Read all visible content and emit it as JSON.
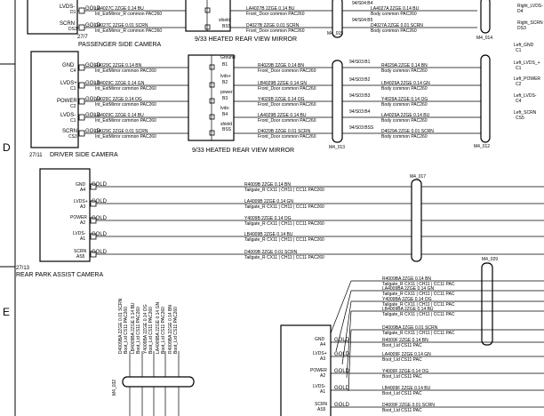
{
  "zones": {
    "d": "D",
    "e": "E"
  },
  "splices": {
    "m4_014": "M4_014",
    "m4_015": "M4_015",
    "m4_013": "M4_013",
    "m4_012": "M4_012",
    "m4_017": "M4_017",
    "m4_029": "M4_029",
    "m4_032": "M4_032"
  },
  "passenger": {
    "pins": [
      {
        "pin": "LVDS-",
        "sub": "D1"
      },
      {
        "pin": "SCRN",
        "sub": "DS3"
      }
    ],
    "id": "27/7",
    "caption": "PASSENGER SIDE CAMERA",
    "wires": [
      {
        "gold": "GOLD",
        "a": "LA4027C 2ZGE 0.14 BU",
        "b": "Int_ExtMirror_R common PAC260",
        "c": "LA4027B 2ZGE 0.14 BU",
        "d": "Front_Door common PAC260",
        "e": "LA4027A 2ZGE 0.14 BU",
        "f": "Body common PAC260"
      },
      {
        "gold": "GOLD",
        "a": "D4027C 2ZGE 0.01 SCRN",
        "b": "Int_ExtMirror_R common PAC260",
        "c": "D4027B 2ZGE 0.01 SCRN",
        "d": "Front_Door common PAC260",
        "e": "D4027A 2ZGE 0.01 SCRN",
        "f": "Body common PAC260"
      }
    ],
    "shield_top": "shield",
    "bss_top": "BSS",
    "b4_top": "94/S04:B4",
    "b5_top": "94/S04:B5",
    "mirror": "9/33 HEATED REAR VIEW MIRROR",
    "right": [
      {
        "a": "Right_LVDS-",
        "b": "D4"
      },
      {
        "a": "Right_SCRN",
        "b": "DS3"
      }
    ]
  },
  "driver": {
    "pins": [
      {
        "pin": "GND",
        "sub": "C4"
      },
      {
        "pin": "LVDS+",
        "sub": "C1"
      },
      {
        "pin": "POWER",
        "sub": "C2"
      },
      {
        "pin": "LVDS-",
        "sub": "C1"
      },
      {
        "pin": "SCRN",
        "sub": "CS3"
      }
    ],
    "id": "27/11",
    "caption": "DRIVER SIDE CAMERA",
    "wires": [
      {
        "gold": "GOLD",
        "a": "R4029C 2ZGE 0.14 BN",
        "b": "Int_ExtMirror common PAC260",
        "c": "R4029B 2ZGE 0.14 BN",
        "d": "Front_Door common PAC260",
        "e": "R4029A 2ZGE 0.14 BN",
        "f": "Body common PAC260"
      },
      {
        "gold": "GOLD",
        "a": "LB4029C 2ZGE 0.14 GN",
        "b": "Int_ExtMirror common PAC260",
        "c": "LB4029B 2ZGE 0.14 GN",
        "d": "Front_Door common PAC260",
        "e": "LB4029A 2ZGE 0.14 GN",
        "f": "Body common PAC260"
      },
      {
        "gold": "GOLD",
        "a": "Y4029C 2ZGE 0.14 OG",
        "b": "Int_ExtMirror common PAC260",
        "c": "Y4029B 2ZGE 0.14 OG",
        "d": "Front_Door common PAC260",
        "e": "Y4029A 2ZGE 0.14 OG",
        "f": "Body common PAC260"
      },
      {
        "gold": "GOLD",
        "a": "LA4029C 2ZGE 0.14 BU",
        "b": "Int_ExtMirror common PAC260",
        "c": "LA4029B 2ZGE 0.14 BU",
        "d": "Front_Door common PAC260",
        "e": "LA4029A 2ZGE 0.14 BU",
        "f": "Body common PAC260"
      },
      {
        "gold": "GOLD",
        "a": "D4029C 2ZGE 0.01 SCRN",
        "b": "Int_ExtMirror common PAC260",
        "c": "D4029B 2ZGE 0.01 SCRN",
        "d": "Front_Door common PAC260",
        "e": "D4029A 2ZGE 0.01 SCRN",
        "f": "Body common PAC260"
      }
    ],
    "ground": "Ground",
    "power": "power",
    "lvds_p": "lvds+",
    "lvds_m": "lvds-",
    "shield": "shield",
    "b1": "B1",
    "b2": "B2",
    "b3": "B3",
    "b4": "B4",
    "bss": "BSS",
    "s1": "94/S03:B1",
    "s2": "94/S03:B2",
    "s3": "94/S03:B3",
    "s4": "94/S03:B4",
    "s5": "94/S03:BSS",
    "mirror": "9/33 HEATED REAR VIEW MIRROR",
    "right": [
      {
        "a": "Left_GND",
        "b": "C1"
      },
      {
        "a": "Left_LVDS_+",
        "b": "C1"
      },
      {
        "a": "Left_POWER",
        "b": "C2"
      },
      {
        "a": "Left_LVDS-",
        "b": "C4"
      },
      {
        "a": "Left_SCRN",
        "b": "CS5"
      }
    ]
  },
  "rear": {
    "pins": [
      {
        "pin": "GND",
        "sub": "A4"
      },
      {
        "pin": "LVDS+",
        "sub": "A3"
      },
      {
        "pin": "POWER",
        "sub": "A2"
      },
      {
        "pin": "LVDS-",
        "sub": "A1"
      },
      {
        "pin": "SCRN",
        "sub": "AS5"
      }
    ],
    "id": "27/13",
    "caption": "REAR PARK ASSIST CAMERA",
    "wires": [
      {
        "gold": "GOLD",
        "a": "R4009B 2ZGE 0.14 BN",
        "b": "Tailgate_R CX11 | CH11 | CC11 PAC260"
      },
      {
        "gold": "GOLD",
        "a": "LA4009B 2ZGE 0.14 GN",
        "b": "Tailgate_R CX11 | CH11 | CC11 PAC260"
      },
      {
        "gold": "GOLD",
        "a": "Y4009B 2ZGE 0.14 OG",
        "b": "Tailgate_R CX11 | CH11 | CC11 PAC260"
      },
      {
        "gold": "GOLD",
        "a": "LB4009B 2ZGE 0.14 BU",
        "b": "Tailgate_R CX11 | CH11 | CC11 PAC260"
      },
      {
        "gold": "GOLD",
        "a": "D4009B 2ZGE 0.01 SCRN",
        "b": "Tailgate_R CX11 | CH11 | CC11 PAC260"
      }
    ]
  },
  "harness": [
    {
      "a": "R4009BA 2ZGE 0.14 BN",
      "b": "Tailgate_R CX11 | CH11 | CC11 PAC"
    },
    {
      "a": "LA4009BA 2ZGE 0.14 GN",
      "b": "Tailgate_R CX11 | CH11 | CC11 PAC"
    },
    {
      "a": "Y4009BA 2ZGE 0.14 OG",
      "b": "Tailgate_R CX11 | CH11 | CC11 PAC"
    },
    {
      "a": "LB4009BA 2ZGE 0.14 BU",
      "b": "Tailgate_R CX11 | CH11 | CC11 PAC"
    },
    {
      "a": "D4009BA 2ZGE 0.01 SCRN",
      "b": "Tailgate_R CX11 | CH11 | CC11 PAC"
    }
  ],
  "vertical": [
    {
      "a": "D4009BA 2ZGE 0.01 SCRN",
      "b": "Boot_Lid CS11 PAC260"
    },
    {
      "a": "LB4009BA 2ZGE 0.14 BU",
      "b": "Boot_Lid CS11 PAC260"
    },
    {
      "a": "Y4009BA 2ZGE 0.14 OG",
      "b": "Boot_Lid CS11 PAC260"
    },
    {
      "a": "LA4009BA 2ZGE 0.14 GN",
      "b": "Boot_Lid CS11 PAC260"
    },
    {
      "a": "R4009BA 2ZGE 0.14 BN",
      "b": "Boot_Lid CS11 PAC260"
    }
  ],
  "lower": {
    "pins": [
      {
        "pin": "GND",
        "sub": "A4"
      },
      {
        "pin": "LVDS+",
        "sub": "A3"
      },
      {
        "pin": "POWER",
        "sub": "A2"
      },
      {
        "pin": "LVDS-",
        "sub": "A1"
      },
      {
        "pin": "SCRN",
        "sub": "AS5"
      }
    ],
    "wires": [
      {
        "gold": "GOLD",
        "a": "R4009F 2ZGE 0.14 BN",
        "b": "Boot_Lid CS11 PAC"
      },
      {
        "gold": "GOLD",
        "a": "LA4009F 2ZGE 0.14 GN",
        "b": "Boot_Lid CS11 PAC"
      },
      {
        "gold": "GOLD",
        "a": "Y4009F 2ZGE 0.14 OG",
        "b": "Boot_Lid CS11 PAC"
      },
      {
        "gold": "GOLD",
        "a": "LB4009F 2ZGE 0.14 BU",
        "b": "Boot_Lid CS11 PAC"
      },
      {
        "gold": "GOLD",
        "a": "D4009F 2ZGE 0.01 SCRN",
        "b": "Boot_Lid CS11 PAC"
      }
    ]
  }
}
